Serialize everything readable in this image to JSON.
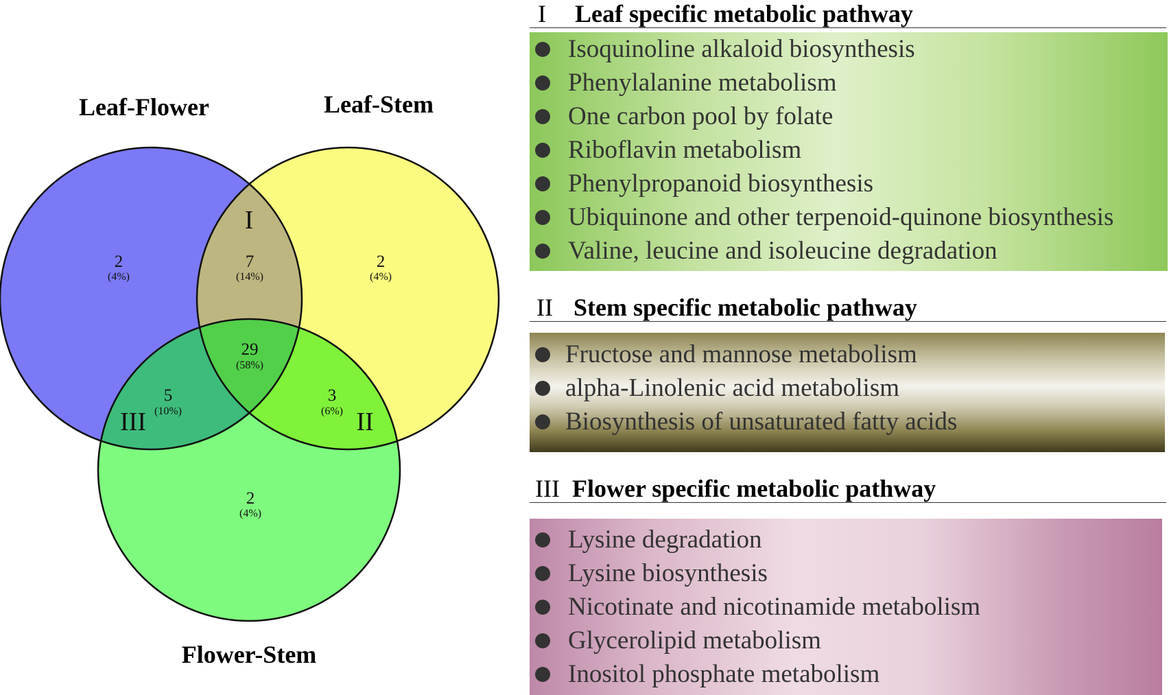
{
  "venn": {
    "labels": {
      "leaf_flower": "Leaf-Flower",
      "leaf_stem": "Leaf-Stem",
      "flower_stem": "Flower-Stem"
    },
    "colors": {
      "leaf_flower": "#7b79f5",
      "leaf_stem": "#fbfb80",
      "flower_stem": "#7efa7e",
      "overlap_I": "#bdb680",
      "overlap_II": "#80f23a",
      "overlap_III": "#3ebc7c",
      "center": "#52d04a"
    },
    "regions": [
      {
        "id": "leaf_flower_only",
        "count": "2",
        "percent": "(4%)"
      },
      {
        "id": "leaf_stem_only",
        "count": "2",
        "percent": "(4%)"
      },
      {
        "id": "flower_stem_only",
        "count": "2",
        "percent": "(4%)"
      },
      {
        "id": "overlap_I",
        "count": "7",
        "percent": "(14%)",
        "numeral": "I"
      },
      {
        "id": "overlap_II",
        "count": "3",
        "percent": "(6%)",
        "numeral": "II"
      },
      {
        "id": "overlap_III",
        "count": "5",
        "percent": "(10%)",
        "numeral": "III"
      },
      {
        "id": "center",
        "count": "29",
        "percent": "(58%)"
      }
    ]
  },
  "panels": [
    {
      "numeral": "I",
      "title": "Leaf specific metabolic pathway",
      "items": [
        "Isoquinoline alkaloid biosynthesis",
        "Phenylalanine metabolism",
        "One carbon pool by folate",
        "Riboflavin metabolism",
        "Phenylpropanoid biosynthesis",
        "Ubiquinone and other terpenoid-quinone biosynthesis",
        "Valine, leucine and isoleucine degradation"
      ]
    },
    {
      "numeral": "II",
      "title": "Stem specific metabolic pathway",
      "items": [
        "Fructose and mannose metabolism",
        "alpha-Linolenic acid metabolism",
        "Biosynthesis of unsaturated fatty acids"
      ]
    },
    {
      "numeral": "III",
      "title": "Flower specific metabolic pathway",
      "items": [
        "Lysine degradation",
        "Lysine biosynthesis",
        "Nicotinate and nicotinamide metabolism",
        "Glycerolipid metabolism",
        "Inositol phosphate metabolism"
      ]
    }
  ]
}
